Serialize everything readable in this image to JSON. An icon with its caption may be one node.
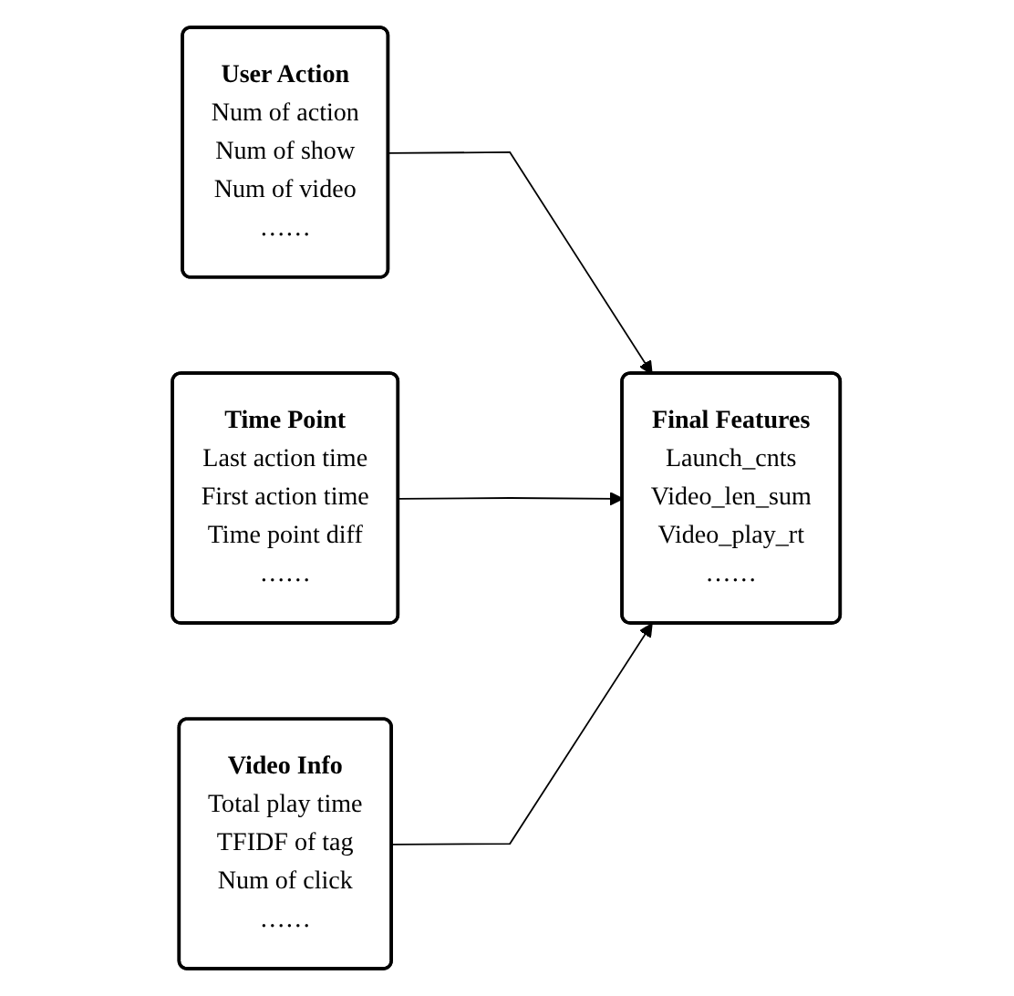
{
  "diagram": {
    "nodes": [
      {
        "text": [
          "User Action",
          "Num of action",
          "Num of show",
          "Num of video",
          "……"
        ]
      },
      {
        "text": [
          "Time Point",
          "Last action time",
          "First action time",
          "Time point diff",
          "……"
        ]
      },
      {
        "text": [
          "Video Info",
          "Total play time",
          "TFIDF of tag",
          "Num of click",
          "……"
        ]
      },
      {
        "text": [
          "Final Features",
          "Launch_cnts",
          "Video_len_sum",
          "Video_play_rt",
          "……"
        ]
      }
    ],
    "edges": [
      {
        "from": 0,
        "to": 3,
        "arrow": "to"
      },
      {
        "from": 1,
        "to": 3,
        "arrow": "to"
      },
      {
        "from": 2,
        "to": 3,
        "arrow": "to"
      }
    ]
  }
}
